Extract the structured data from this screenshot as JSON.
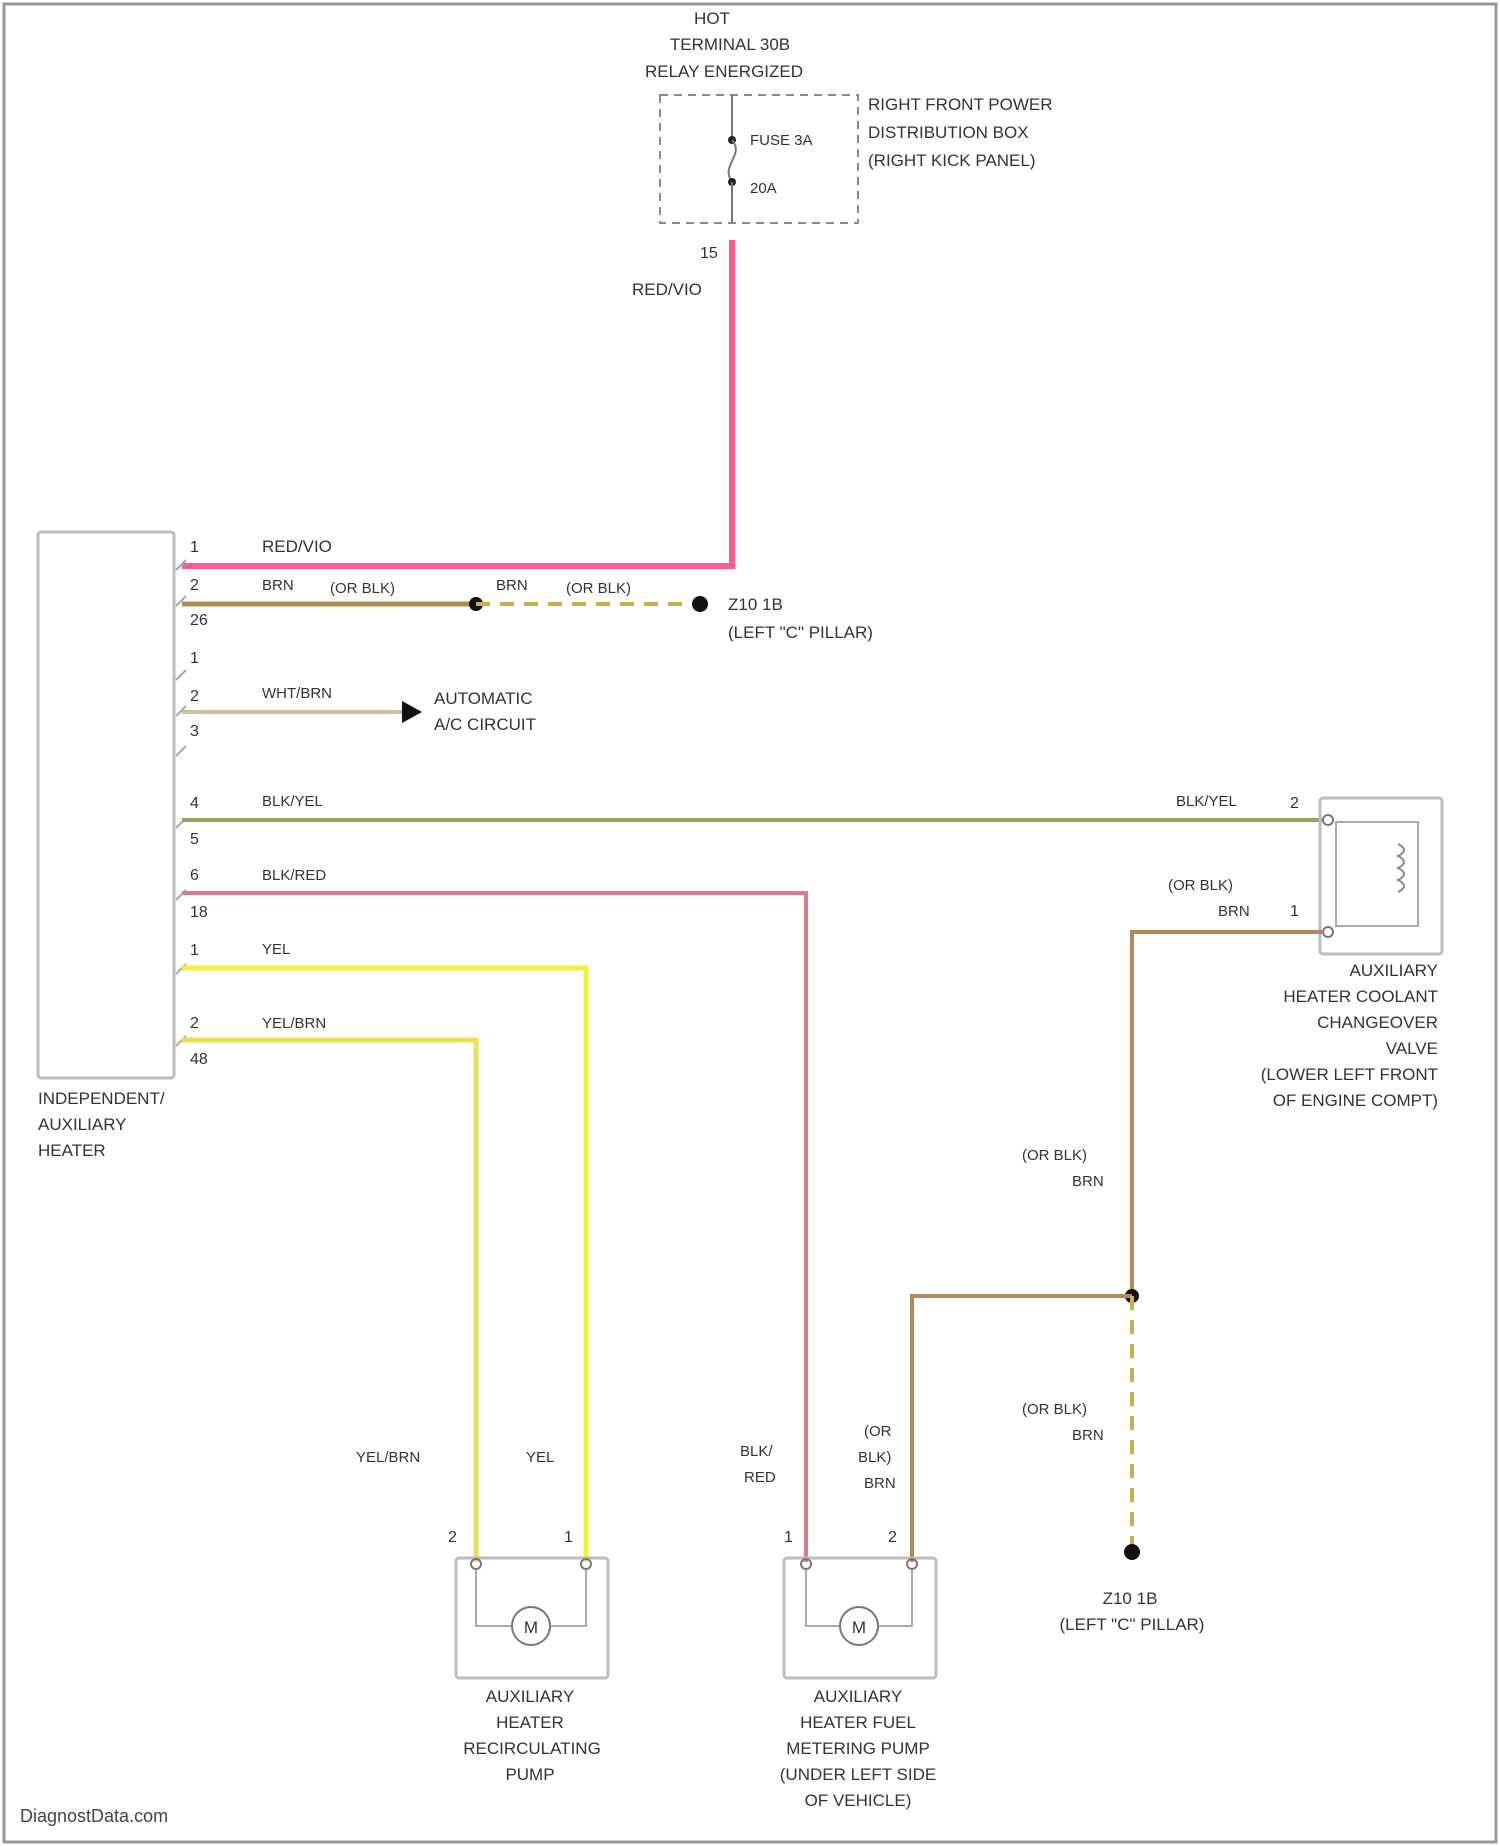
{
  "hot_label": [
    "HOT",
    "TERMINAL 30B",
    "RELAY ENERGIZED"
  ],
  "power_box": {
    "name": [
      "RIGHT FRONT POWER",
      "DISTRIBUTION BOX",
      "(RIGHT KICK PANEL)"
    ],
    "fuse": "FUSE 3A",
    "rating": "20A",
    "pin": "15"
  },
  "heater": {
    "name": [
      "INDEPENDENT/",
      "AUXILIARY",
      "HEATER"
    ],
    "pins": [
      "1",
      "2",
      "26",
      "1",
      "2",
      "3",
      "4",
      "5",
      "6",
      "18",
      "1",
      "2",
      "48"
    ]
  },
  "wires": {
    "red_vio": "RED/VIO",
    "brn": "BRN",
    "or_blk": "(OR BLK)",
    "wht_brn": "WHT/BRN",
    "blk_yel": "BLK/YEL",
    "blk_red": "BLK/RED",
    "yel": "YEL",
    "yel_brn": "YEL/BRN",
    "blk": "BLK/",
    "red": "RED",
    "or": "(OR",
    "blk_close": "BLK)"
  },
  "ground": {
    "id": "Z10 1B",
    "location": "(LEFT \"C\" PILLAR)"
  },
  "ac_circuit": [
    "AUTOMATIC",
    "A/C CIRCUIT"
  ],
  "valve": {
    "name": [
      "AUXILIARY",
      "HEATER COOLANT",
      "CHANGEOVER",
      "VALVE",
      "(LOWER LEFT FRONT",
      "OF ENGINE COMPT)"
    ],
    "pin1": "1",
    "pin2": "2"
  },
  "recirc_pump": {
    "name": [
      "AUXILIARY",
      "HEATER",
      "RECIRCULATING",
      "PUMP"
    ],
    "pin1": "1",
    "pin2": "2",
    "motor": "M"
  },
  "fuel_pump": {
    "name": [
      "AUXILIARY",
      "HEATER FUEL",
      "METERING PUMP",
      "(UNDER LEFT SIDE",
      "OF VEHICLE)"
    ],
    "pin1": "1",
    "pin2": "2",
    "motor": "M"
  },
  "watermark": "DiagnostData.com",
  "colors": {
    "red_vio": "#ff5c93",
    "brn": "#b08a56",
    "wht_brn": "#c8c29a",
    "blk_yel": "#9aa060",
    "blk_red": "#d97b86",
    "yel": "#f2f23a",
    "yel_brn": "#e6e35a",
    "brn_dash": "#c9b04a",
    "outline": "#bdbdbd"
  }
}
